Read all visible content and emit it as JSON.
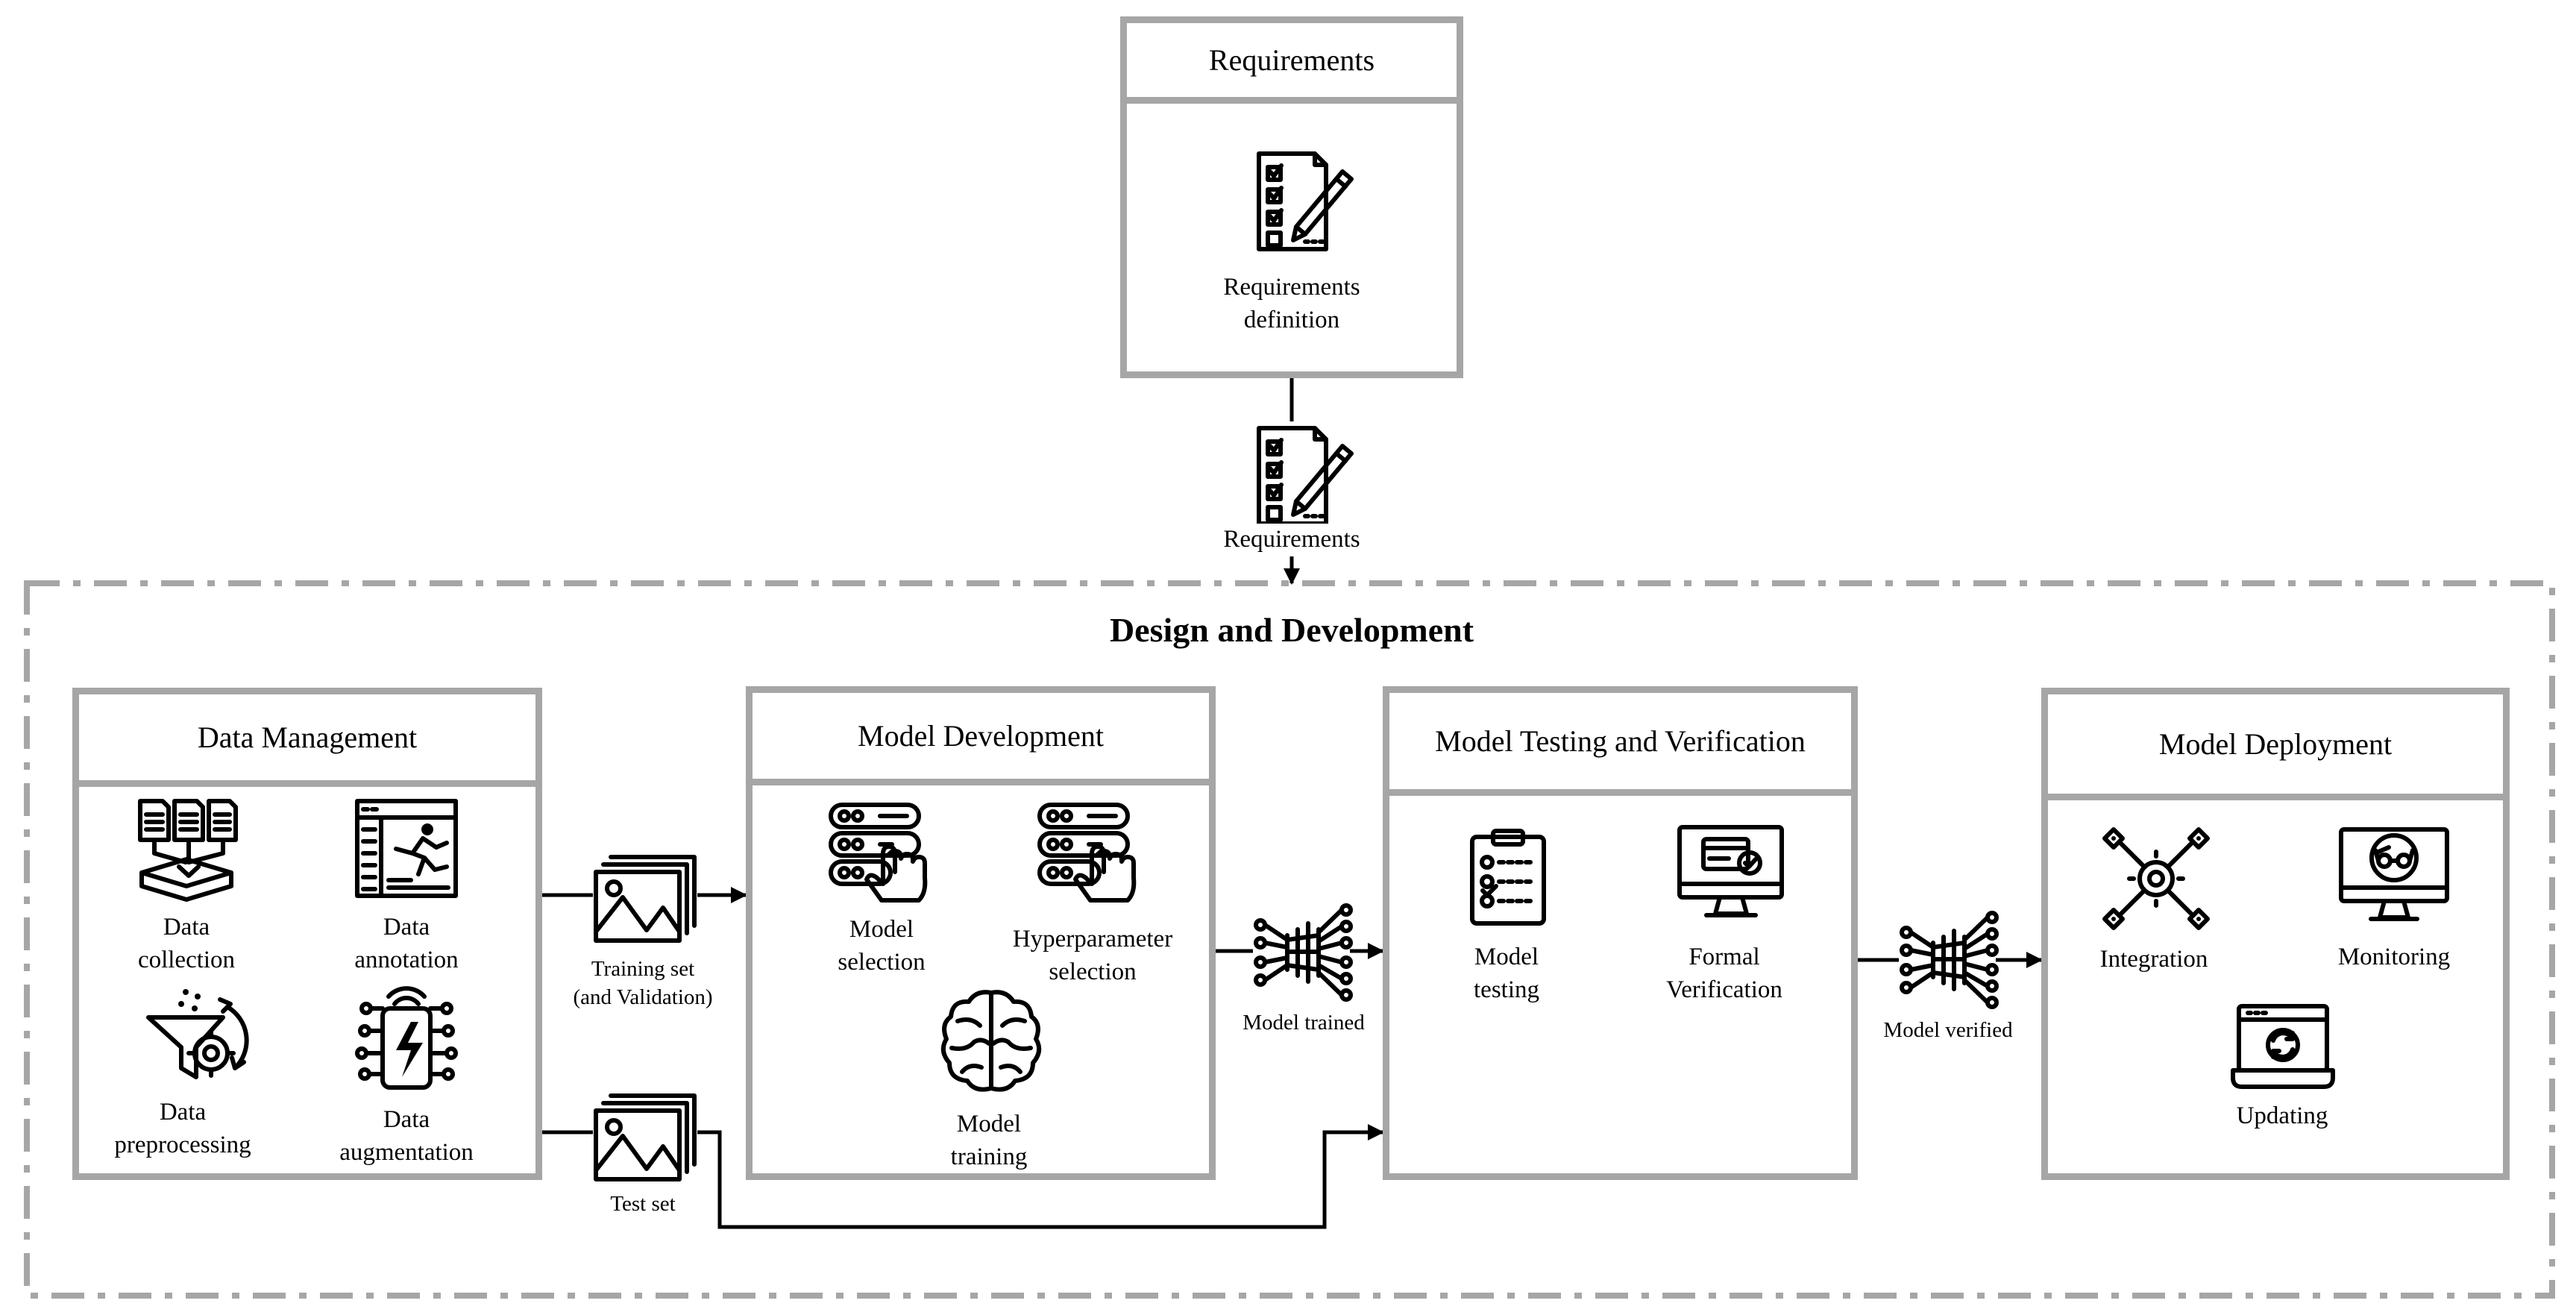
{
  "requirements": {
    "header": "Requirements",
    "item_label": [
      "Requirements",
      "definition"
    ],
    "artifact_label": "Requirements"
  },
  "design": {
    "title": "Design and Development"
  },
  "data_management": {
    "header": "Data Management",
    "collection": [
      "Data",
      "collection"
    ],
    "annotation": [
      "Data",
      "annotation"
    ],
    "preprocessing": [
      "Data",
      "preprocessing"
    ],
    "augmentation": [
      "Data",
      "augmentation"
    ]
  },
  "datasets": {
    "training": [
      "Training set",
      "(and Validation)"
    ],
    "test": "Test set"
  },
  "model_development": {
    "header": "Model Development",
    "model_selection": [
      "Model",
      "selection"
    ],
    "hyperparameter": [
      "Hyperparameter",
      "selection"
    ],
    "training": [
      "Model",
      "training"
    ]
  },
  "model_trained": "Model trained",
  "testing": {
    "header": "Model Testing  and Verification",
    "model_testing": [
      "Model",
      "testing"
    ],
    "formal": [
      "Formal",
      "Verification"
    ]
  },
  "model_verified": "Model verified",
  "deployment": {
    "header": "Model Deployment",
    "integration": "Integration",
    "monitoring": "Monitoring",
    "updating": "Updating"
  }
}
